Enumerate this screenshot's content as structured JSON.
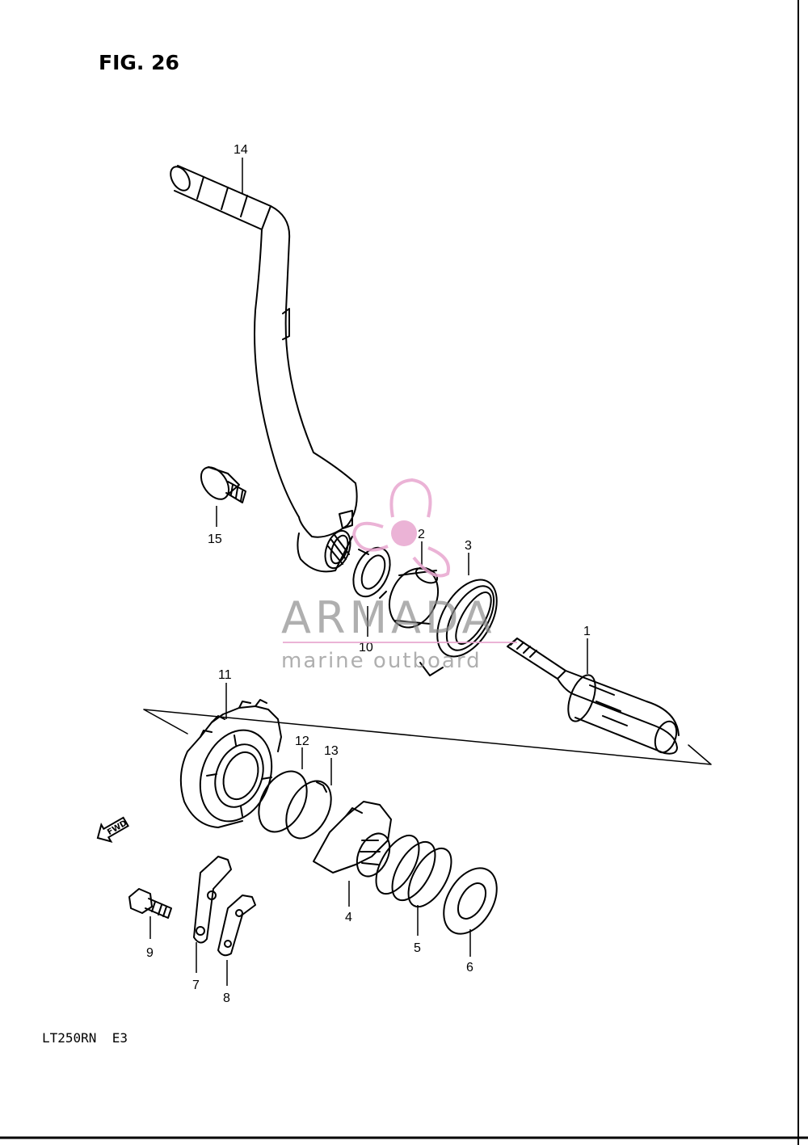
{
  "figure": {
    "title": "FIG. 26",
    "model_code": "LT250RN  E3"
  },
  "watermark": {
    "brand": "ARMADA",
    "tagline": "marine outboard",
    "color": "#e8a6cf",
    "text_color": "#8a8a8a"
  },
  "direction_tag": "FWD",
  "callouts": [
    {
      "id": "1",
      "label": "1"
    },
    {
      "id": "2",
      "label": "2"
    },
    {
      "id": "3",
      "label": "3"
    },
    {
      "id": "4",
      "label": "4"
    },
    {
      "id": "5",
      "label": "5"
    },
    {
      "id": "6",
      "label": "6"
    },
    {
      "id": "7",
      "label": "7"
    },
    {
      "id": "8",
      "label": "8"
    },
    {
      "id": "9",
      "label": "9"
    },
    {
      "id": "10",
      "label": "10"
    },
    {
      "id": "11",
      "label": "11"
    },
    {
      "id": "12",
      "label": "12"
    },
    {
      "id": "13",
      "label": "13"
    },
    {
      "id": "14",
      "label": "14"
    },
    {
      "id": "15",
      "label": "15"
    }
  ]
}
